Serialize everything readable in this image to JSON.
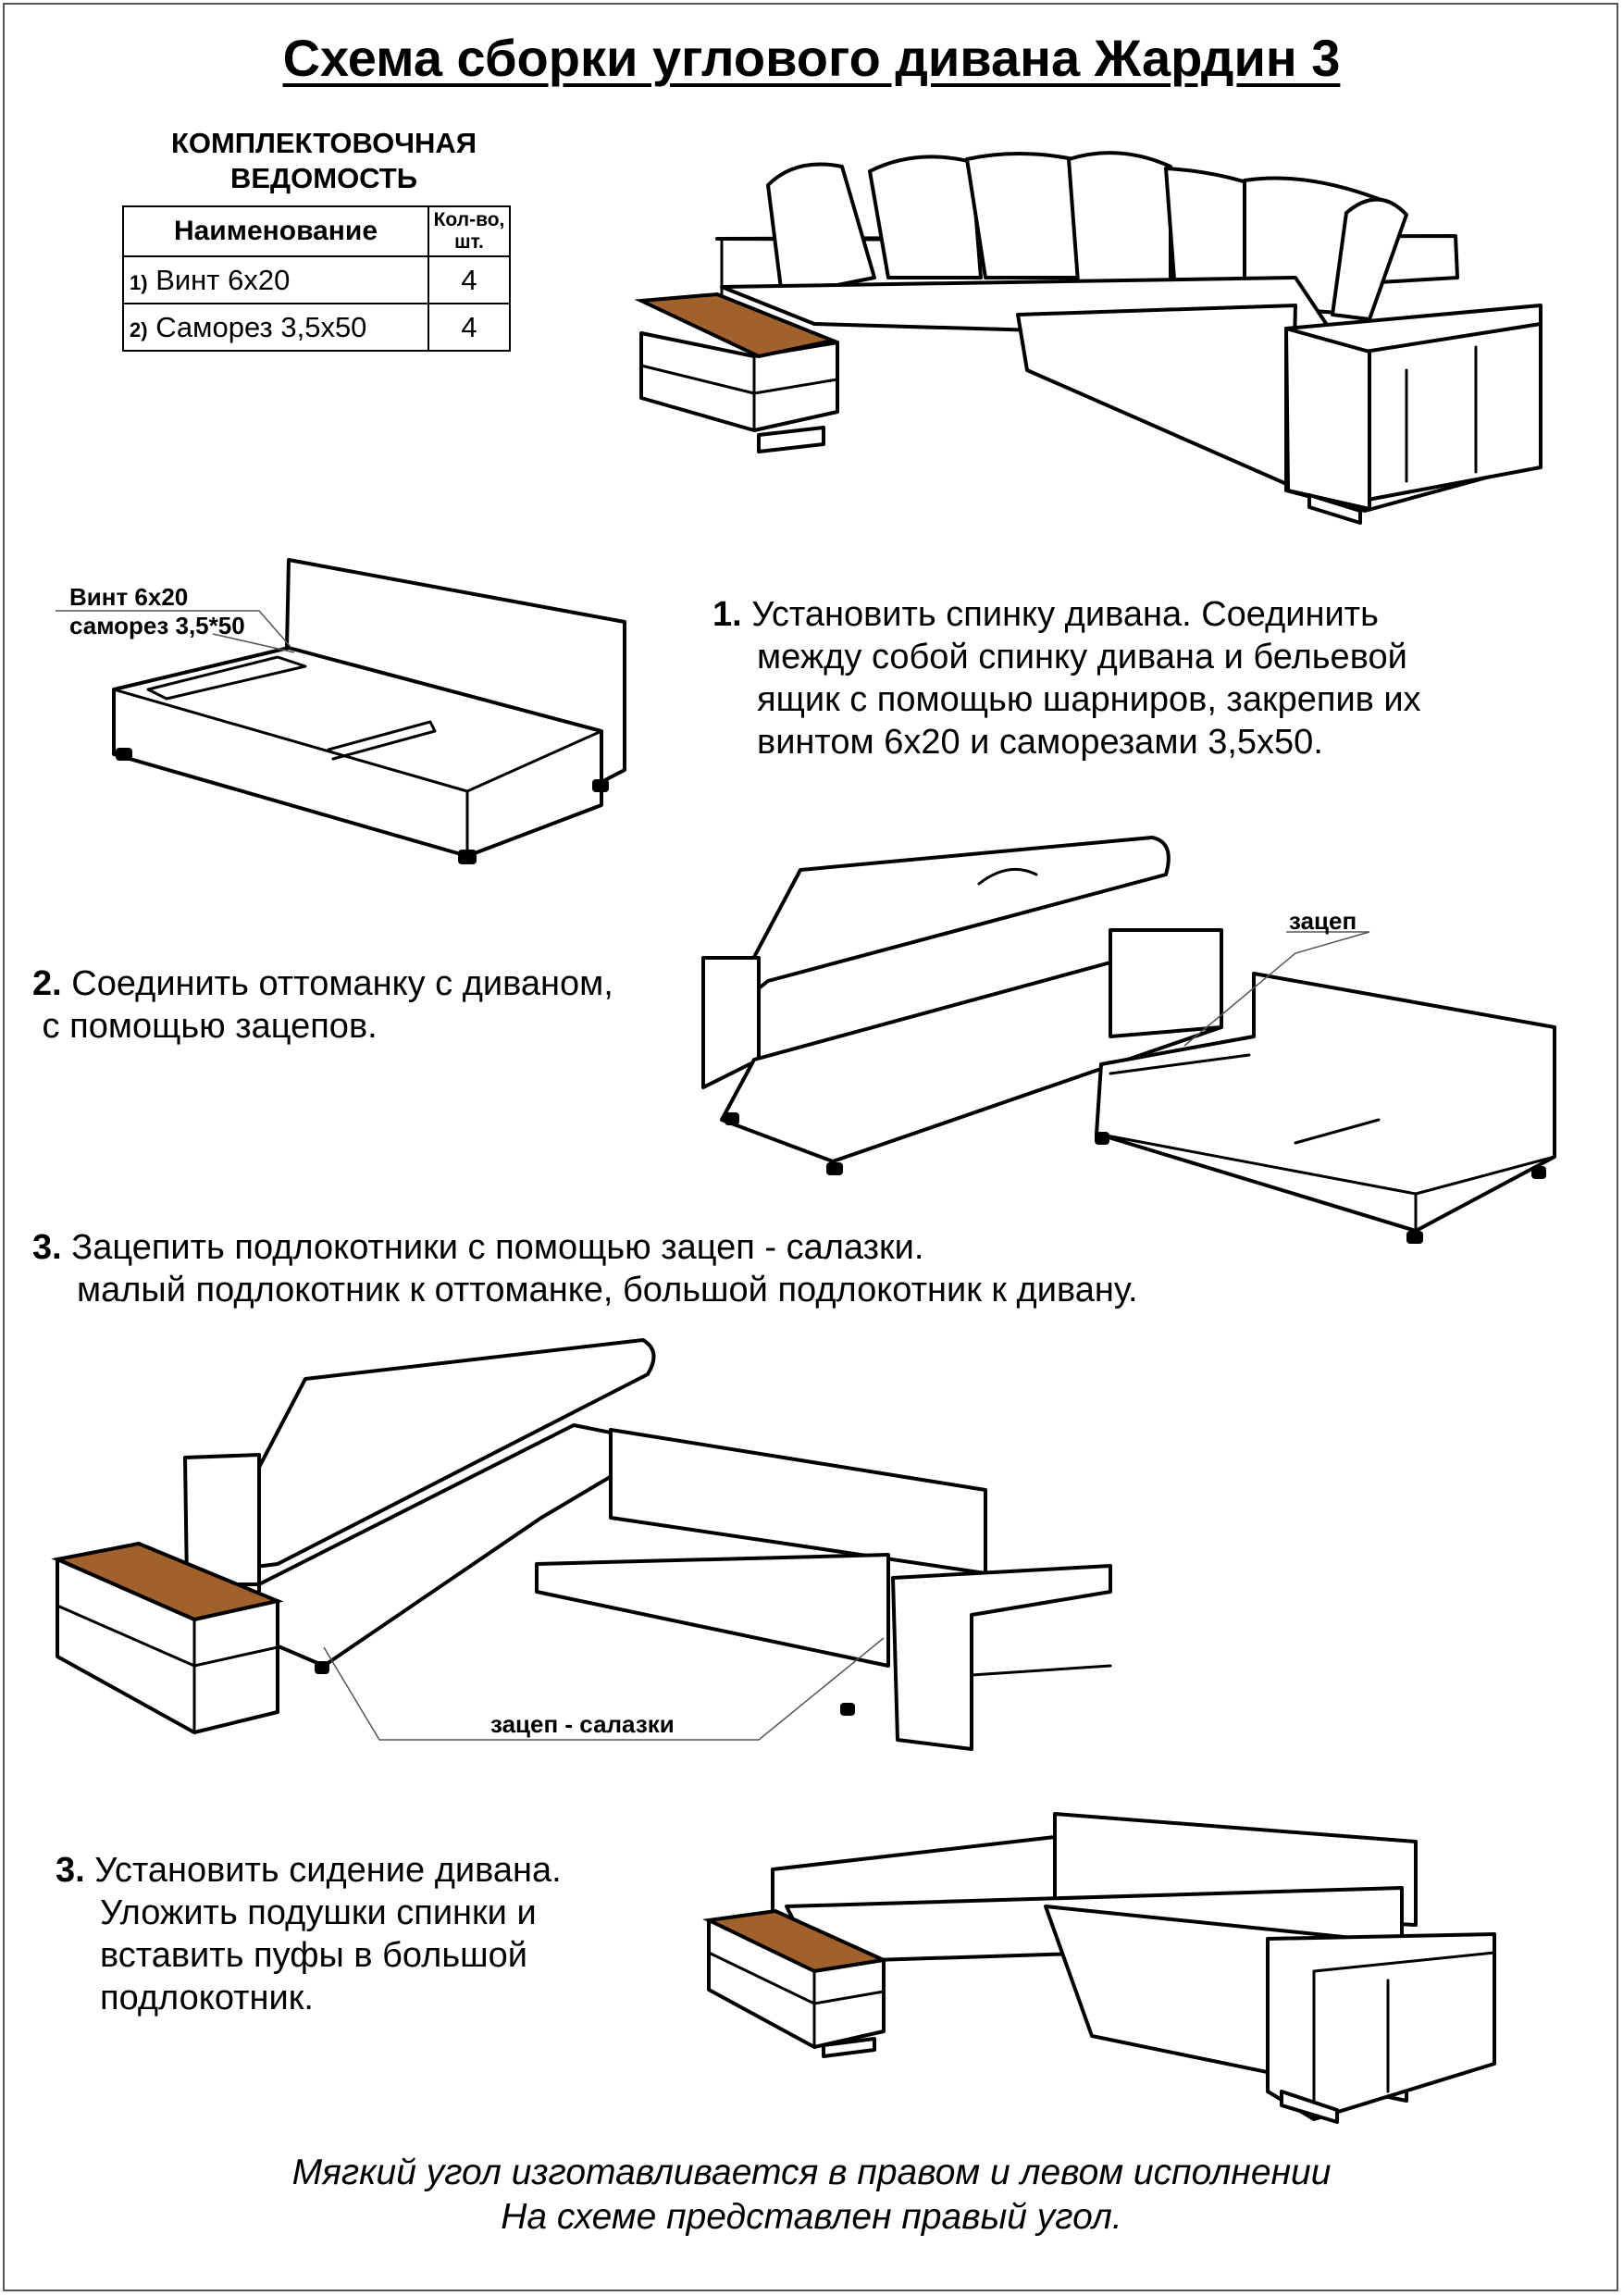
{
  "title": "Схема сборки углового дивана Жардин 3",
  "spec": {
    "heading_line1": "КОМПЛЕКТОВОЧНАЯ",
    "heading_line2": "ВЕДОМОСТЬ",
    "col_name": "Наименование",
    "col_qty_line1": "Кол-во,",
    "col_qty_line2": "шт.",
    "rows": [
      {
        "index": "1)",
        "name": "Винт 6х20",
        "qty": "4"
      },
      {
        "index": "2)",
        "name": "Саморез 3,5х50",
        "qty": "4"
      }
    ]
  },
  "callouts": {
    "screw_line1": "Винт 6х20",
    "screw_line2": "саморез 3,5*50",
    "hook": "зацеп",
    "hook_slide": "зацеп - салазки"
  },
  "steps": [
    {
      "number": "1.",
      "lines": [
        "Установить  спинку дивана.  Соединить",
        "между собой спинку дивана и бельевой",
        "ящик с помощью шарниров, закрепив их",
        "винтом 6х20  и саморезами 3,5х50."
      ]
    },
    {
      "number": "2.",
      "lines": [
        "Соединить оттоманку с диваном,",
        " с помощью зацепов."
      ]
    },
    {
      "number": "3.",
      "lines": [
        "Зацепить подлокотники с помощью зацеп - салазки.",
        "малый подлокотник к оттоманке, большой подлокотник к дивану."
      ]
    },
    {
      "number": "3.",
      "lines": [
        "Установить  сидение дивана.",
        "Уложить подушки спинки и",
        "вставить пуфы в большой",
        "подлокотник."
      ]
    }
  ],
  "footer": {
    "line1": "Мягкий угол изготавливается в правом и левом исполнении",
    "line2": "На схеме представлен правый угол."
  },
  "colors": {
    "wood": "#a0612c",
    "line": "#000000",
    "frame": "#555555"
  }
}
